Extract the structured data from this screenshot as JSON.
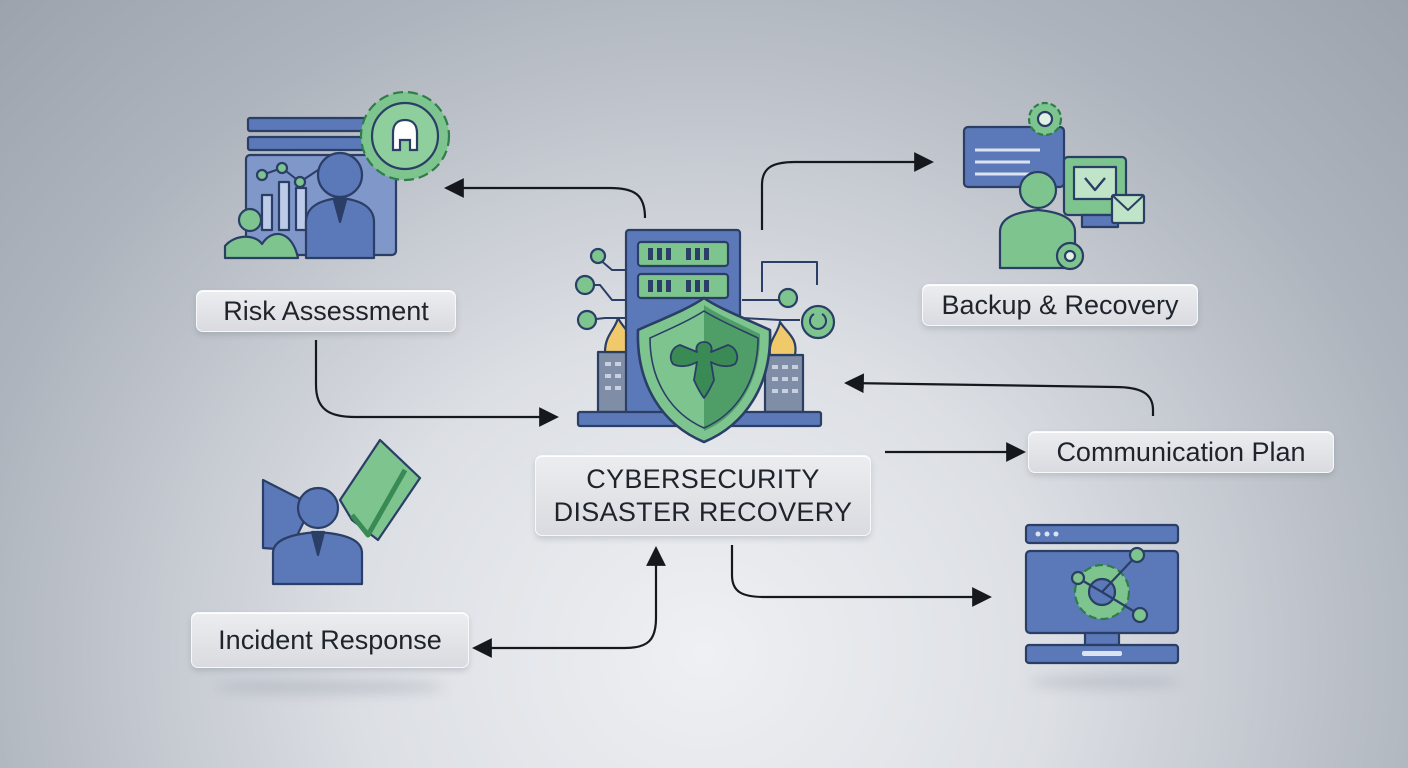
{
  "title": {
    "line1": "CYBERSECURITY",
    "line2": "DISASTER RECOVERY"
  },
  "nodes": {
    "risk_assessment": "Risk Assessment",
    "backup_recovery": "Backup & Recovery",
    "communication_plan": "Communication Plan",
    "incident_response": "Incident Response"
  },
  "icons": {
    "risk_assessment": "analyst-dashboard-gear-icon",
    "backup_recovery": "monitor-user-gear-mail-icon",
    "incident_response": "presenter-checkmark-icon",
    "system_restore": "monitor-network-gear-icon",
    "center": "server-shield-eagle-icon"
  },
  "colors": {
    "blue": "#5b79b8",
    "blue_dark": "#2a3e66",
    "green": "#7ec48f",
    "green_dark": "#3a8a55",
    "accent_yellow": "#f0c96a",
    "arrow": "#15181d"
  }
}
